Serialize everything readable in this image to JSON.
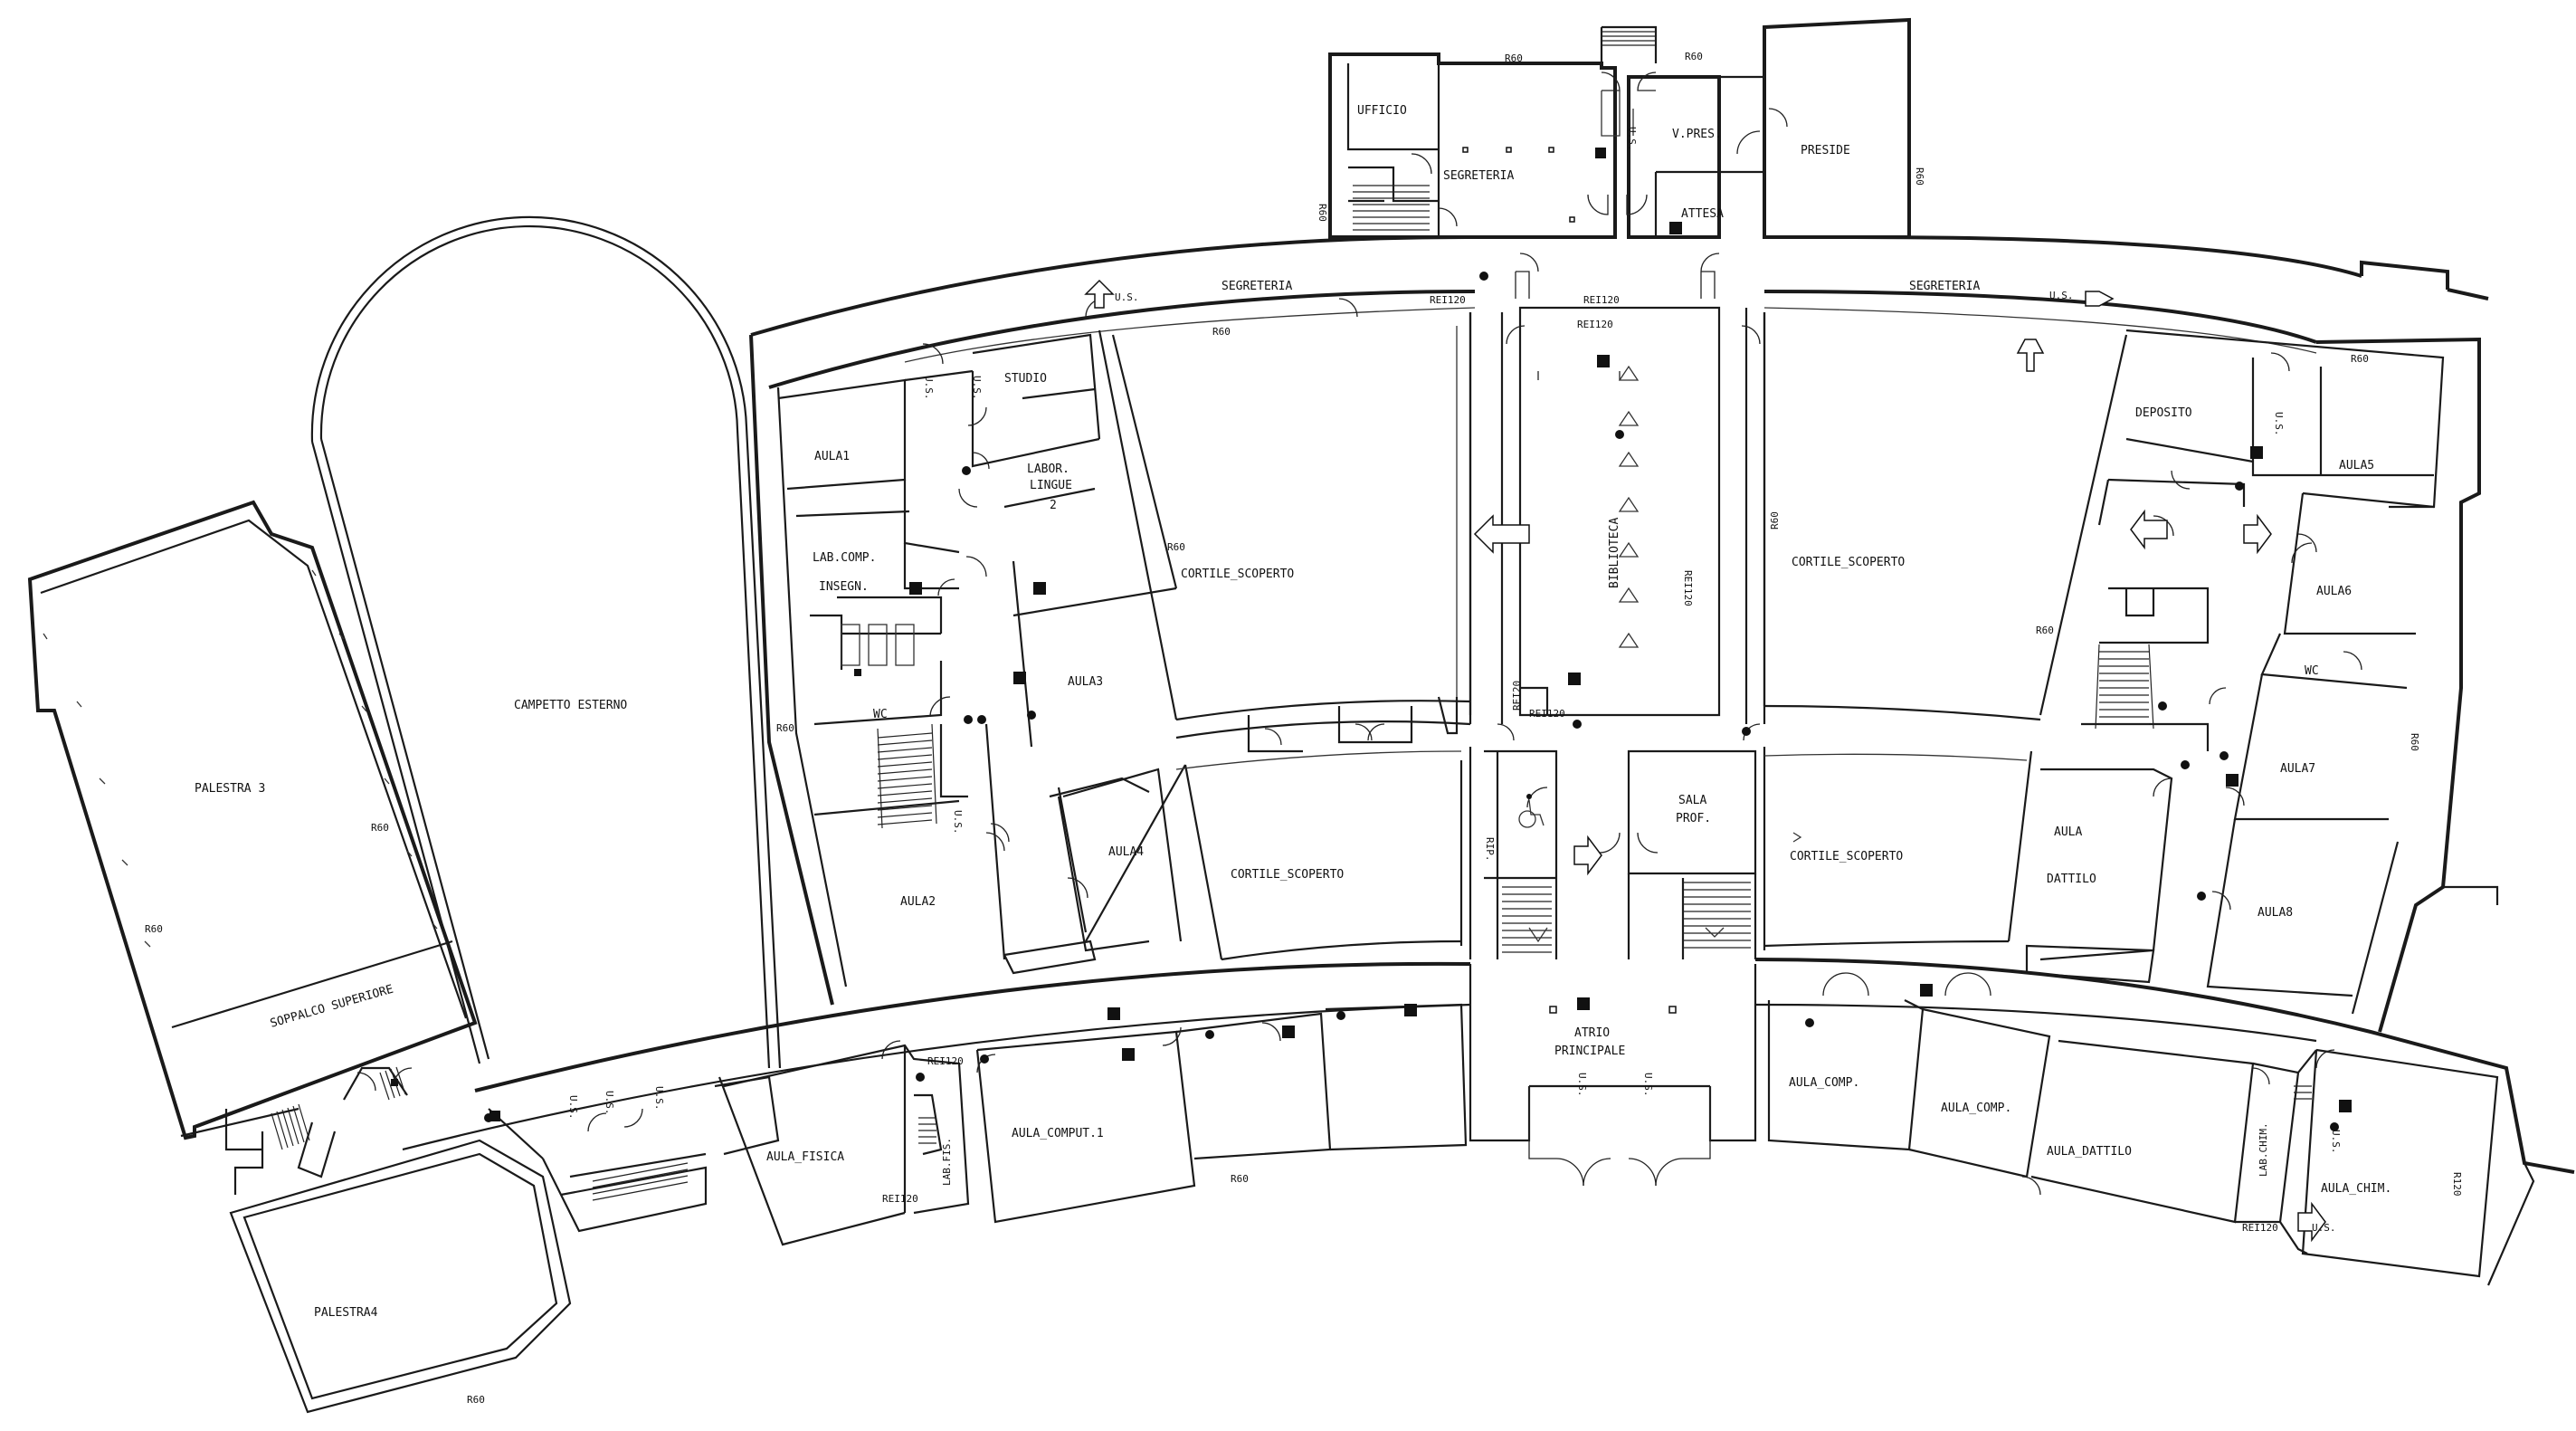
{
  "rooms": {
    "ufficio": "UFFICIO",
    "segreteria_top": "SEGRETERIA",
    "v_pres": "V.PRES.",
    "preside": "PRESIDE",
    "attesa": "ATTESA",
    "segreteria_left": "SEGRETERIA",
    "segreteria_right": "SEGRETERIA",
    "aula1": "AULA1",
    "studio": "STUDIO",
    "labor": "LABOR.",
    "lingue": "LINGUE",
    "lingue_num": "2",
    "lab_comp": "LAB.COMP.",
    "insegn": "INSEGN.",
    "wc_left": "WC",
    "aula3": "AULA3",
    "aula2": "AULA2",
    "aula4": "AULA4",
    "cortile_nw": "CORTILE_SCOPERTO",
    "cortile_sw": "CORTILE_SCOPERTO",
    "cortile_ne": "CORTILE_SCOPERTO",
    "cortile_se": "CORTILE_SCOPERTO",
    "biblioteca": "BIBLIOTECA",
    "sala": "SALA",
    "prof": "PROF.",
    "rip": "RIP.",
    "deposito": "DEPOSITO",
    "aula5": "AULA5",
    "aula6": "AULA6",
    "wc_right": "WC",
    "aula7": "AULA7",
    "aula8": "AULA8",
    "aula_dattilo_1": "AULA",
    "aula_dattilo_2": "DATTILO",
    "palestra3": "PALESTRA 3",
    "soppalco": "SOPPALCO SUPERIORE",
    "campetto": "CAMPETTO ESTERNO",
    "palestra4": "PALESTRA4",
    "aula_fisica": "AULA_FISICA",
    "lab_fis": "LAB.FIS.",
    "aula_comput1": "AULA_COMPUT.1",
    "atrio": "ATRIO",
    "principale": "PRINCIPALE",
    "aula_comp_a": "AULA_COMP.",
    "aula_comp_b": "AULA_COMP.",
    "aula_dattilo_s": "AULA_DATTILO",
    "lab_chim": "LAB.CHIM.",
    "aula_chim": "AULA_CHIM."
  },
  "ratings": {
    "r60": "R60",
    "rei120": "REI120",
    "rei20": "REI20",
    "r120": "R120"
  },
  "exits": {
    "us": "U.S."
  },
  "symbols": {
    "extinguisher": "fire-extinguisher-icon",
    "hydrant": "fire-hydrant-icon",
    "alarm": "alarm-button-icon",
    "exit_arrow": "exit-arrow-icon",
    "wheelchair": "wheelchair-icon"
  }
}
